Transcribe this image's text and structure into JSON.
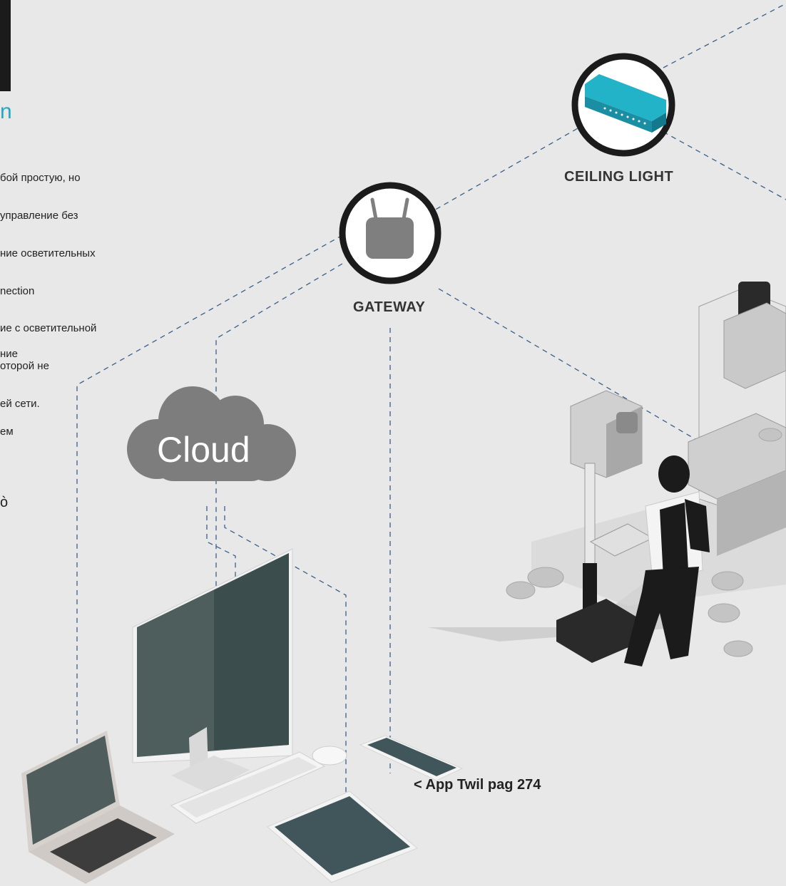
{
  "header": {
    "title_fragment": "n",
    "intro_lines": [
      "бой простую, но",
      "управление без",
      "ние осветительных",
      "nection",
      "ие с осветительной",
      "оторой не",
      "ей сети."
    ],
    "fragment_1": "ние",
    "fragment_2": "ем",
    "fragment_3": "ò"
  },
  "nodes": {
    "ceiling_light": {
      "label": "CEILING LIGHT"
    },
    "gateway": {
      "label": "GATEWAY"
    },
    "cloud": {
      "label": "Cloud"
    }
  },
  "link": {
    "app": "< App Twil pag 274"
  },
  "colors": {
    "background": "#e8e8e8",
    "accent": "#22a8c4",
    "cloud": "#7d7d7d",
    "dashed_line": "#3a5f8a",
    "screen": "#41565a"
  }
}
